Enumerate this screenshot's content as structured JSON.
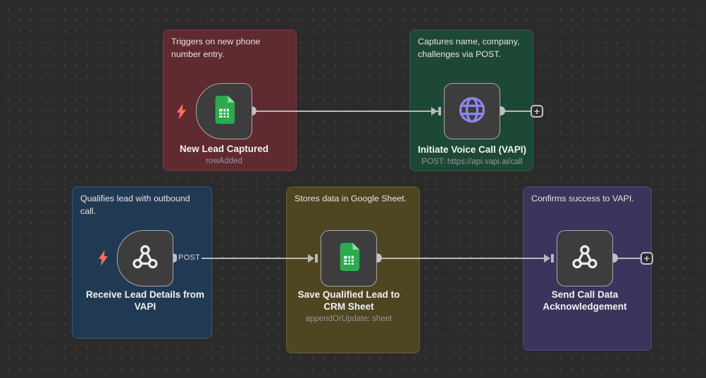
{
  "ui": {
    "plus": "+",
    "post_label": "POST"
  },
  "colors": {
    "canvas_bg": "#2b2b2b",
    "grid_dot": "#434343",
    "connector": "#b8b8be",
    "node_bg": "#3d3d3d",
    "node_border": "#a7a7af",
    "bolt_red": "#ff6d5a",
    "sheets_green": "#2bab4d",
    "globe_purple": "#8d87f3",
    "group_red": "#5f2a30",
    "group_green": "#1d4834",
    "group_blue": "#213a54",
    "group_olive": "#4f4521",
    "group_purple": "#3a355c"
  },
  "groups": [
    {
      "desc": "Triggers on new phone number entry.",
      "icon": "google-sheets",
      "trigger": true,
      "title": "New Lead Captured",
      "subtitle": "rowAdded"
    },
    {
      "desc": "Captures name, company, challenges via POST.",
      "icon": "globe",
      "trigger": false,
      "title": "Initiate Voice Call (VAPI)",
      "subtitle": "POST: https://api.vapi.ai/call"
    },
    {
      "desc": "Qualifies lead with outbound call.",
      "icon": "webhook",
      "trigger": true,
      "title": "Receive Lead Details from VAPI",
      "subtitle": ""
    },
    {
      "desc": "Stores data in Google Sheet.",
      "icon": "google-sheets",
      "trigger": false,
      "title": "Save Qualified Lead to CRM Sheet",
      "subtitle": "appendOrUpdate: sheet"
    },
    {
      "desc": "Confirms success to VAPI.",
      "icon": "webhook",
      "trigger": false,
      "title": "Send Call Data Acknowledgement",
      "subtitle": ""
    }
  ]
}
